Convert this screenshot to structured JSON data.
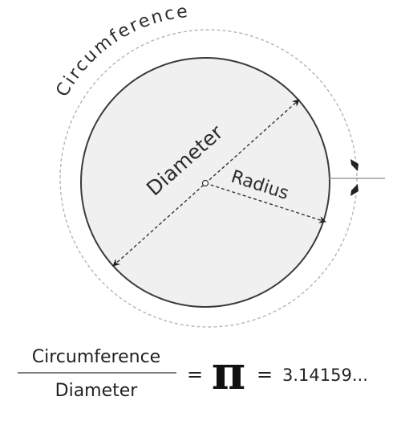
{
  "diagram": {
    "labels": {
      "circumference": "Circumference",
      "diameter": "Diameter",
      "radius": "Radius"
    },
    "formula": {
      "numerator": "Circumference",
      "denominator": "Diameter",
      "equals": "=",
      "pi_symbol": "π",
      "value": "3.14159..."
    },
    "colors": {
      "circle_fill": "#f0f0f0",
      "circle_stroke": "#3a3a3a",
      "outer_dashed": "#b5b5b5",
      "text": "#2b2b2b"
    }
  }
}
